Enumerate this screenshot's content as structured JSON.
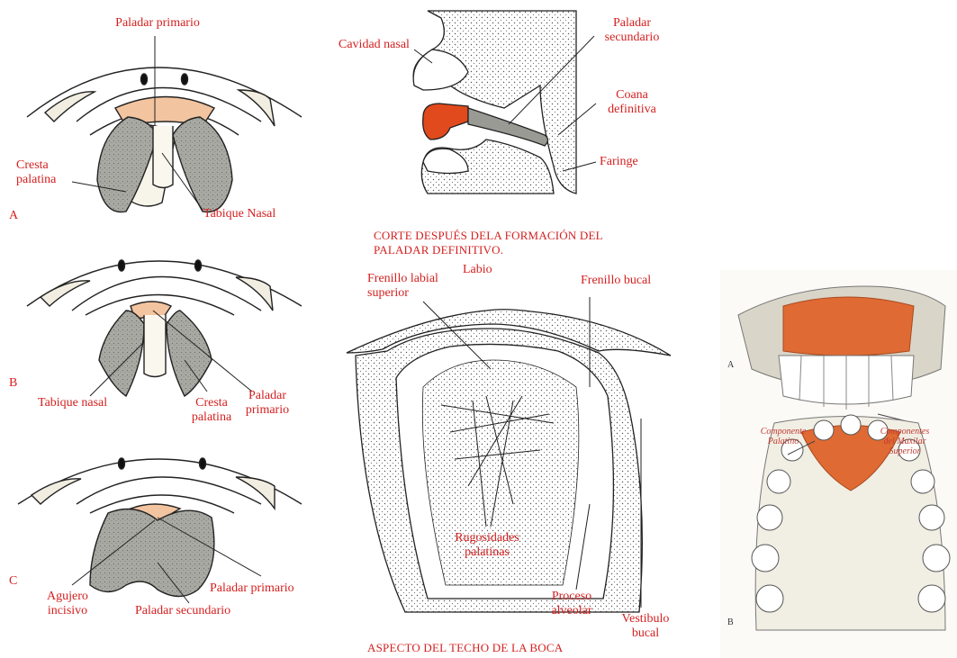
{
  "colors": {
    "label": "#d42020",
    "primary_palate": "#f2c4a0",
    "shelf_gray": "#a9a9a3",
    "secondary_orange": "#e04a1c",
    "photo_orange": "#e06a33",
    "ink": "#222222"
  },
  "panel_A": {
    "letter": "A",
    "paladar_primario": "Paladar primario",
    "cresta_palatina": "Cresta\npalatina",
    "tabique_nasal": "Tabique Nasal"
  },
  "panel_B": {
    "letter": "B",
    "tabique_nasal": "Tabique nasal",
    "cresta_palatina": "Cresta\npalatina",
    "paladar_primario": "Paladar\nprimario"
  },
  "panel_C": {
    "letter": "C",
    "agujero_incisivo": "Agujero\nincisivo",
    "paladar_primario": "Paladar primario",
    "paladar_secundario": "Paladar secundario"
  },
  "sagittal": {
    "cavidad_nasal": "Cavidad nasal",
    "paladar_secundario": "Paladar\nsecundario",
    "coana_definitiva": "Coana\ndefinitiva",
    "faringe": "Faringe",
    "caption": "CORTE DESPUÉS DELA FORMACIÓN DEL\nPALADAR DEFINITIVO."
  },
  "roof": {
    "frenillo_labial": "Frenillo labial\nsuperior",
    "labio": "Labio",
    "frenillo_bucal": "Frenillo bucal",
    "rugosidades": "Rugosidades\npalatinas",
    "proceso_alveolar": "Proceso\nalveolar",
    "vestibulo_bucal": "Vestibulo\nbucal",
    "caption": "ASPECTO DEL TECHO DE LA BOCA"
  },
  "photo": {
    "letter_a": "A",
    "letter_b": "B",
    "componentes_maxilar": "Componentes\ndel Maxilar\nSuperior",
    "componente_palatino": "Componente\nPalatino"
  }
}
